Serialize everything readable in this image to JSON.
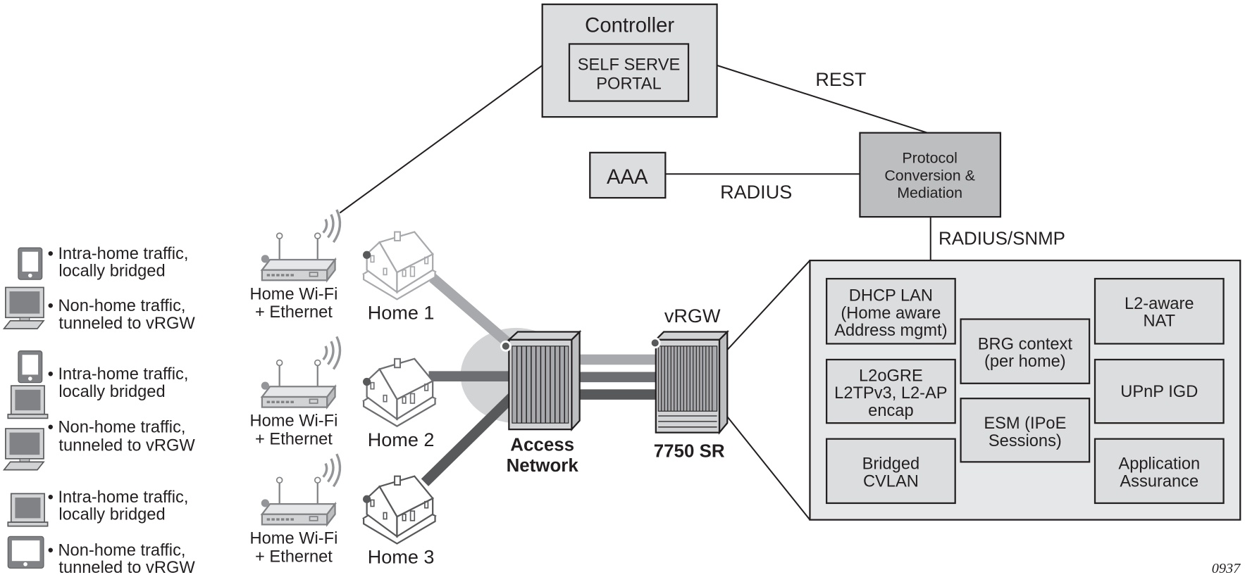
{
  "controller": {
    "title": "Controller",
    "portal_line1": "SELF SERVE",
    "portal_line2": "PORTAL"
  },
  "links": {
    "rest": "REST",
    "radius": "RADIUS",
    "radius_snmp": "RADIUS/SNMP"
  },
  "aaa": {
    "label": "AAA"
  },
  "mediation": {
    "line1": "Protocol",
    "line2": "Conversion &",
    "line3": "Mediation"
  },
  "legend": [
    {
      "device": "tablet",
      "line1": "• Intra-home traffic,",
      "line2": "locally bridged"
    },
    {
      "device": "desktop",
      "line1": "• Non-home traffic,",
      "line2": "tunneled to vRGW"
    },
    {
      "device": "tablet",
      "line1": "• Intra-home traffic,",
      "line2": "locally bridged"
    },
    {
      "device": "desktop",
      "line1": "• Non-home traffic,",
      "line2": "tunneled to vRGW"
    },
    {
      "device": "laptop",
      "line1": "• Intra-home traffic,",
      "line2": "locally bridged"
    },
    {
      "device": "tablet-landscape",
      "line1": "• Non-home traffic,",
      "line2": "tunneled to vRGW"
    }
  ],
  "homes": [
    {
      "router_line1": "Home Wi-Fi",
      "router_line2": "+ Ethernet",
      "label": "Home 1",
      "shade": "#a7a9ac"
    },
    {
      "router_line1": "Home Wi-Fi",
      "router_line2": "+ Ethernet",
      "label": "Home 2",
      "shade": "#6d6e71"
    },
    {
      "router_line1": "Home Wi-Fi",
      "router_line2": "+ Ethernet",
      "label": "Home 3",
      "shade": "#58595b"
    }
  ],
  "access_network": {
    "line1": "Access",
    "line2": "Network"
  },
  "vrgw": {
    "label": "vRGW",
    "model": "7750 SR"
  },
  "functions": {
    "dhcp": [
      "DHCP LAN",
      "(Home aware",
      "Address mgmt)"
    ],
    "l2ogre": [
      "L2oGRE",
      "L2TPv3, L2-AP",
      "encap"
    ],
    "bridged": [
      "Bridged",
      "CVLAN"
    ],
    "brg": [
      "BRG context",
      "(per home)"
    ],
    "esm": [
      "ESM (IPoE",
      "Sessions)"
    ],
    "nat": [
      "L2-aware",
      "NAT"
    ],
    "upnp": [
      "UPnP IGD"
    ],
    "aa": [
      "Application",
      "Assurance"
    ]
  },
  "colors": {
    "light_box": "#dcdddf",
    "panel": "#e6e7e8",
    "mediation_box": "#bcbec0",
    "line": "#231f20"
  },
  "figure_id": "0937"
}
